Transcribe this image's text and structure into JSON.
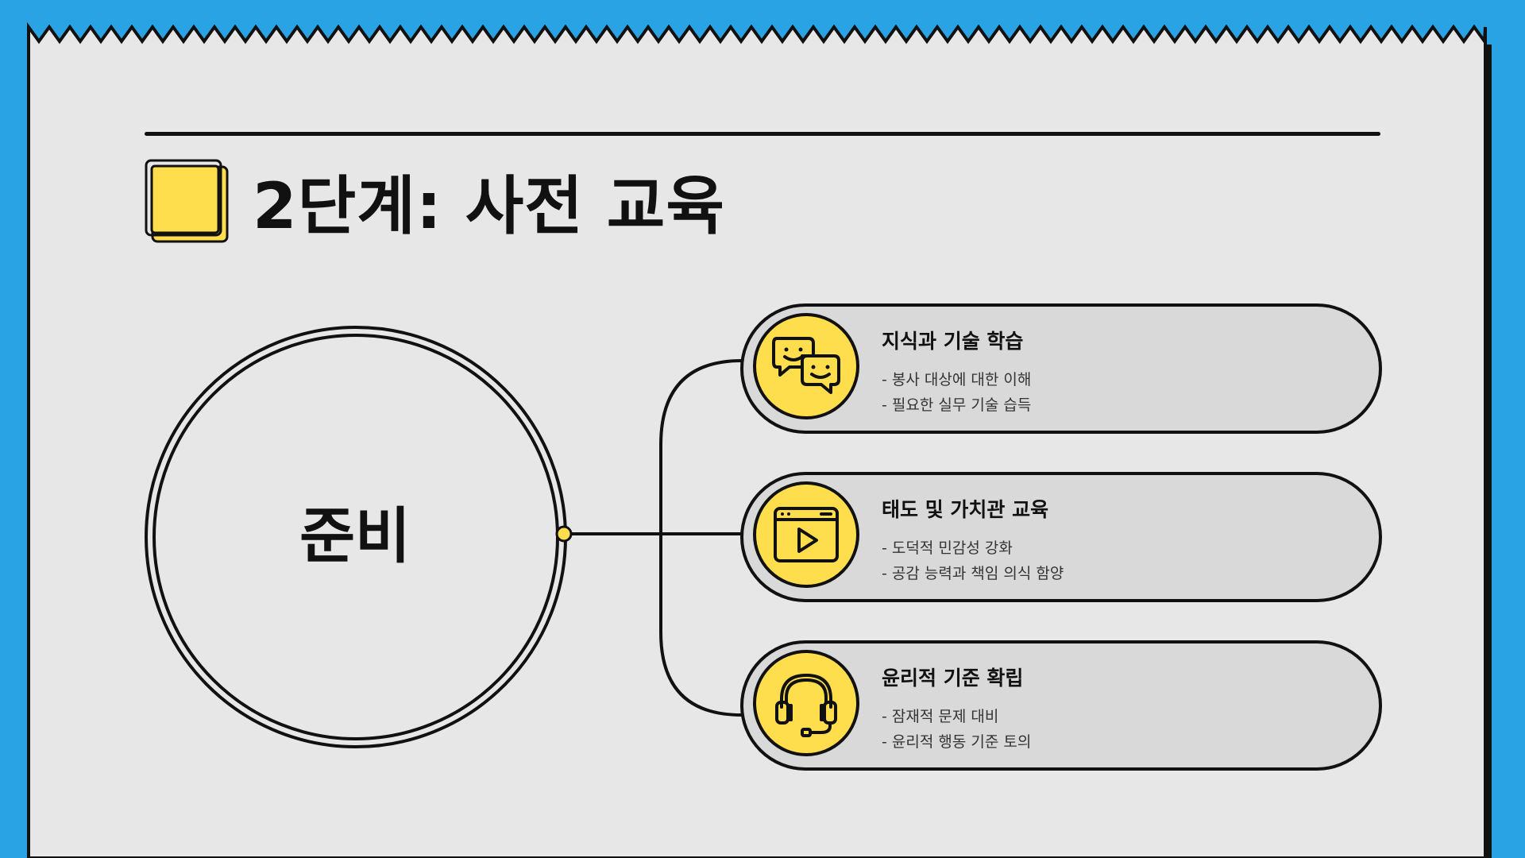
{
  "page": {
    "title": "2단계: 사전 교육",
    "colors": {
      "background": "#29a3e3",
      "paper": "#e7e7e7",
      "accent_yellow": "#ffde4d",
      "outline": "#111111",
      "pill_fill": "#d9d9d9"
    }
  },
  "diagram": {
    "center_label": "준비",
    "items": [
      {
        "title": "지식과 기술 학습",
        "icon": "chat-bubbles-icon",
        "bullets": [
          "- 봉사 대상에 대한 이해",
          "- 필요한 실무 기술 습득"
        ]
      },
      {
        "title": "태도 및 가치관 교육",
        "icon": "video-player-icon",
        "bullets": [
          "- 도덕적 민감성 강화",
          "- 공감 능력과 책임 의식 함양"
        ]
      },
      {
        "title": "윤리적 기준 확립",
        "icon": "headset-icon",
        "bullets": [
          "- 잠재적 문제 대비",
          "- 윤리적 행동 기준 토의"
        ]
      }
    ]
  }
}
